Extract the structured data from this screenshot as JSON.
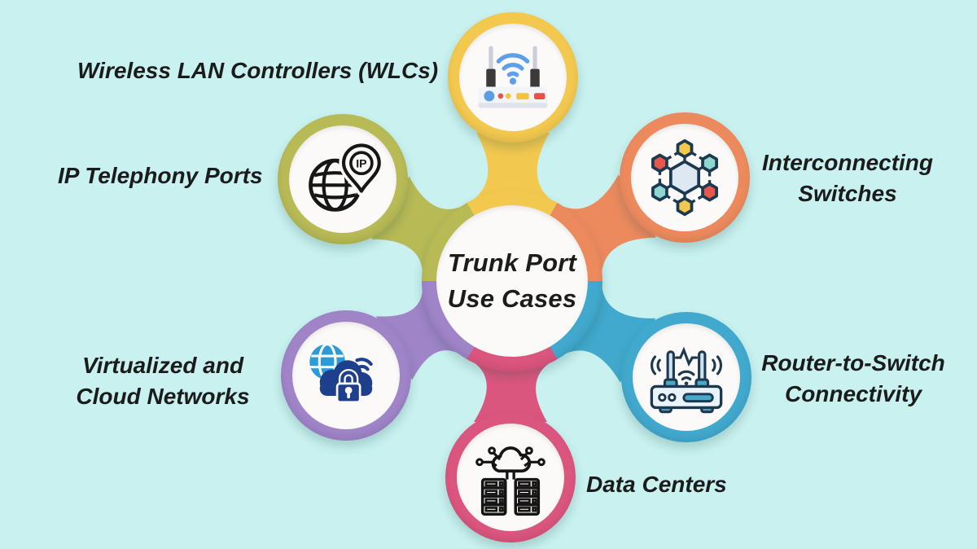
{
  "title": {
    "line1": "Trunk Port",
    "line2": "Use Cases"
  },
  "background_color": "#C8F1EF",
  "text_color": "#1B1B1B",
  "nodes": [
    {
      "id": "wireless-lan-controllers",
      "label": "Wireless LAN Controllers (WLCs)",
      "color": "#F2C84F",
      "icon": "wifi-router-icon",
      "position": "top"
    },
    {
      "id": "interconnecting-switches",
      "label": "Interconnecting Switches",
      "color": "#EC8A5E",
      "icon": "hex-network-icon",
      "position": "top-right"
    },
    {
      "id": "router-to-switch-connectivity",
      "label": "Router-to-Switch Connectivity",
      "color": "#41A9CD",
      "icon": "wireless-router-outline-icon",
      "position": "bottom-right"
    },
    {
      "id": "data-centers",
      "label": "Data Centers",
      "color": "#DB567F",
      "icon": "cloud-server-icon",
      "position": "bottom"
    },
    {
      "id": "virtualized-cloud-networks",
      "label": "Virtualized and Cloud Networks",
      "color": "#9F84C8",
      "icon": "secure-cloud-icon",
      "position": "bottom-left"
    },
    {
      "id": "ip-telephony-ports",
      "label": "IP Telephony Ports",
      "color": "#B7BA55",
      "icon": "ip-globe-pin-icon",
      "position": "top-left"
    }
  ]
}
